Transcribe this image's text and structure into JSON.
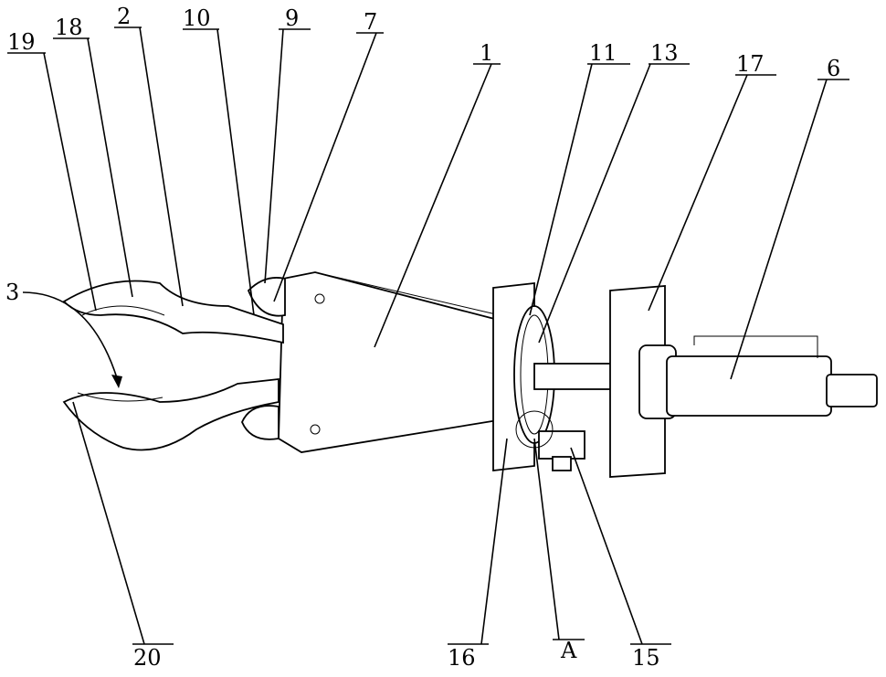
{
  "title": "Patent drawing: clamp device with labeled parts",
  "labels": {
    "l19": "19",
    "l18": "18",
    "l2": "2",
    "l10": "10",
    "l9": "9",
    "l7": "7",
    "l1": "1",
    "l11": "11",
    "l13": "13",
    "l17": "17",
    "l6": "6",
    "l3": "3",
    "l20": "20",
    "l16": "16",
    "lA": "A",
    "l15": "15"
  }
}
